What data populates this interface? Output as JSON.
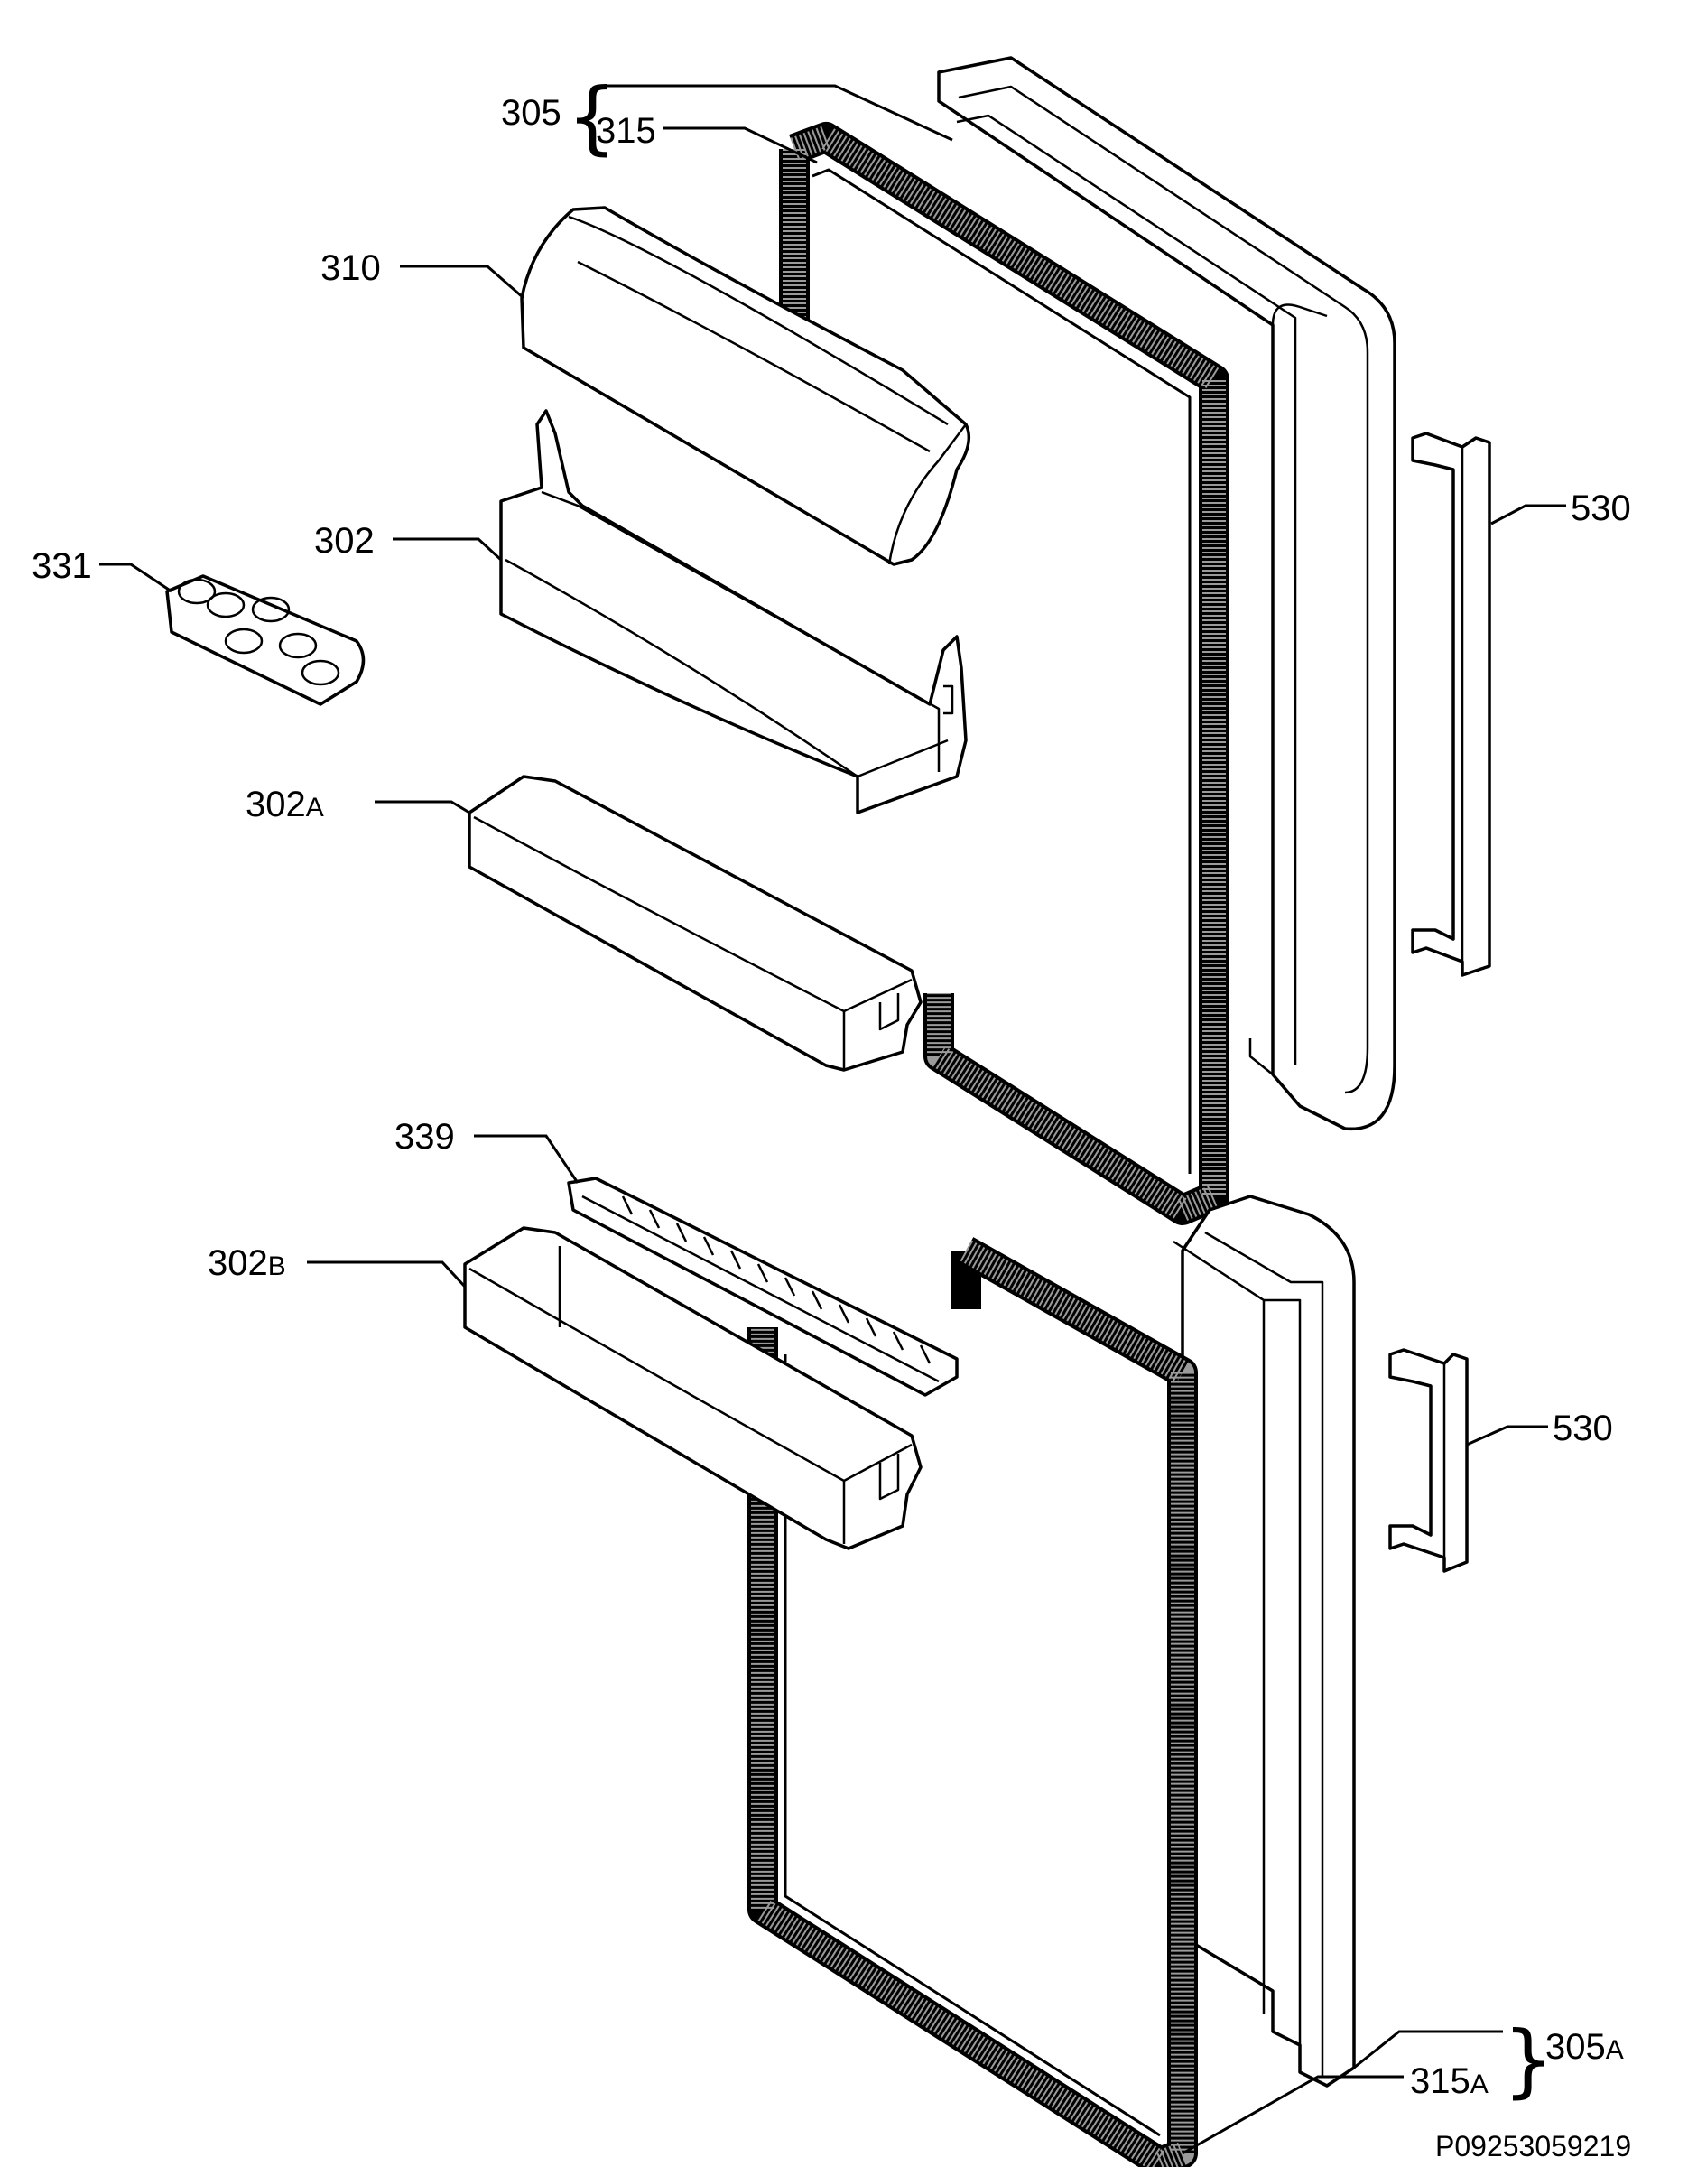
{
  "labels": {
    "l305": "305",
    "l315": "315",
    "l310": "310",
    "l302": "302",
    "l331": "331",
    "l302a_num": "302",
    "l302a_suf": "A",
    "l339": "339",
    "l302b_num": "302",
    "l302b_suf": "B",
    "l530_top": "530",
    "l530_bottom": "530",
    "l305a_num": "305",
    "l305a_suf": "A",
    "l315a_num": "315",
    "l315a_suf": "A"
  },
  "drawing_code": "P09253059219",
  "colors": {
    "line": "#000000",
    "background": "#ffffff",
    "gasket_fill": "#9a9a9a"
  }
}
